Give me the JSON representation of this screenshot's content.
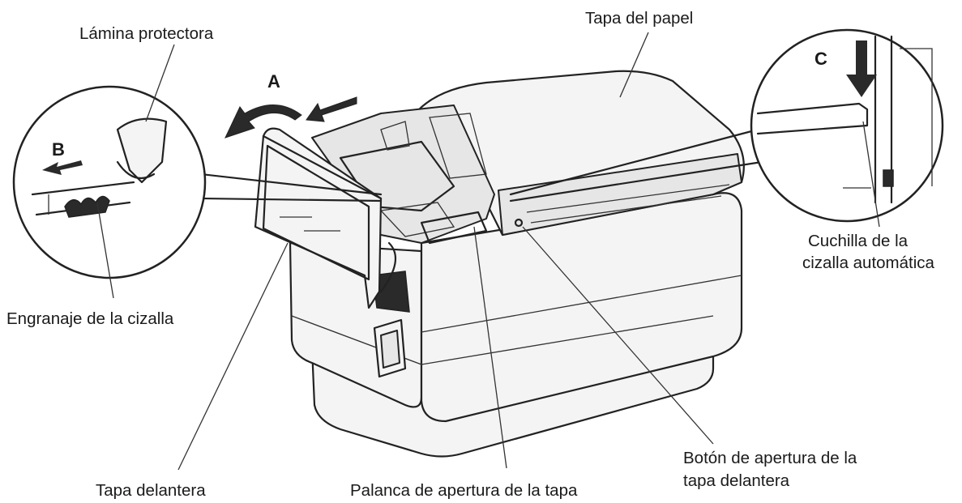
{
  "labels": {
    "lamina_protectora": "Lámina protectora",
    "tapa_del_papel": "Tapa del papel",
    "engranaje_cizalla": "Engranaje de la cizalla",
    "cuchilla_line1": "Cuchilla de la",
    "cuchilla_line2": "cizalla automática",
    "tapa_delantera": "Tapa delantera",
    "palanca_apertura": "Palanca de apertura de la tapa",
    "boton_line1": "Botón de apertura de la",
    "boton_line2": "tapa delantera"
  },
  "step_letters": {
    "a": "A",
    "b": "B",
    "c": "C"
  },
  "colors": {
    "ink": "#1a1a1a",
    "printer_body": "#f4f4f4",
    "shadow": "#e6e6e6"
  }
}
